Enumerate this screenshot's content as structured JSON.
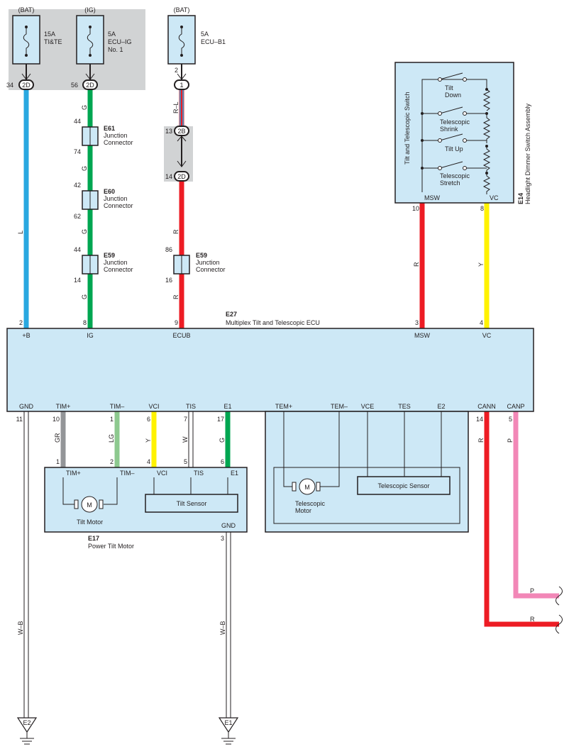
{
  "power_sources": {
    "bat1": "(BAT)",
    "ig": "(IG)",
    "bat2": "(BAT)"
  },
  "fuses": {
    "f1_amp": "15A",
    "f1_name": "TI&TE",
    "f2_amp": "5A",
    "f2_name1": "ECU–IG",
    "f2_name2": "No. 1",
    "f3_amp": "5A",
    "f3_name": "ECU–B1"
  },
  "connectors": {
    "c2d": "2D",
    "c1": "1",
    "c2b": "2B",
    "pin34": "34",
    "pin56": "56",
    "pin2": "2",
    "pin13": "13",
    "pin14": "14"
  },
  "junctions": {
    "e61_code": "E61",
    "e61_l1": "Junction",
    "e61_l2": "Connector",
    "e61_top": "44",
    "e61_bot": "74",
    "e60_code": "E60",
    "e60_l1": "Junction",
    "e60_l2": "Connector",
    "e60_top": "42",
    "e60_bot": "62",
    "e59a_code": "E59",
    "e59a_l1": "Junction",
    "e59a_l2": "Connector",
    "e59a_top": "44",
    "e59a_bot": "14",
    "e59b_code": "E59",
    "e59b_l1": "Junction",
    "e59b_l2": "Connector",
    "e59b_top": "86",
    "e59b_bot": "16"
  },
  "wire_colors": {
    "l": "L",
    "g": "G",
    "rl": "R–L",
    "r": "R",
    "y": "Y",
    "gr": "GR",
    "lg": "LG",
    "w": "W",
    "p": "P",
    "wb": "W–B"
  },
  "switch_assembly": {
    "code": "E14",
    "name": "Headlight Dimmer Switch Assembly",
    "switch_name": "Tilt and Telescopic Switch",
    "sw1a": "Tilt",
    "sw1b": "Down",
    "sw2a": "Telescopic",
    "sw2b": "Shrink",
    "sw3": "Tilt Up",
    "sw4a": "Telescopic",
    "sw4b": "Stretch",
    "msw": "MSW",
    "vc": "VC",
    "pin10": "10",
    "pin8": "8"
  },
  "ecu": {
    "code": "E27",
    "name": "Multiplex Tilt and Telescopic ECU",
    "top_terms": [
      "+B",
      "IG",
      "ECUB",
      "MSW",
      "VC"
    ],
    "top_pins": [
      "2",
      "8",
      "9",
      "3",
      "4"
    ],
    "bot_terms": [
      "GND",
      "TIM+",
      "TIM–",
      "VCI",
      "TIS",
      "E1",
      "TEM+",
      "TEM–",
      "VCE",
      "TES",
      "E2",
      "CANN",
      "CANP"
    ],
    "bot_pins": [
      "11",
      "10",
      "1",
      "6",
      "7",
      "17",
      "14",
      "5"
    ]
  },
  "tilt_motor": {
    "code": "E17",
    "name": "Power Tilt Motor",
    "terms": [
      "TIM+",
      "TIM–",
      "VCI",
      "TIS",
      "E1"
    ],
    "pins": [
      "1",
      "2",
      "4",
      "5",
      "6"
    ],
    "motor": "M",
    "motor_label": "Tilt Motor",
    "sensor": "Tilt Sensor",
    "gnd": "GND",
    "gnd_pin": "3"
  },
  "telescopic": {
    "motor": "M",
    "motor_l1": "Telescopic",
    "motor_l2": "Motor",
    "sensor": "Telescopic Sensor"
  },
  "grounds": {
    "g1": "E2",
    "g2": "E1"
  }
}
